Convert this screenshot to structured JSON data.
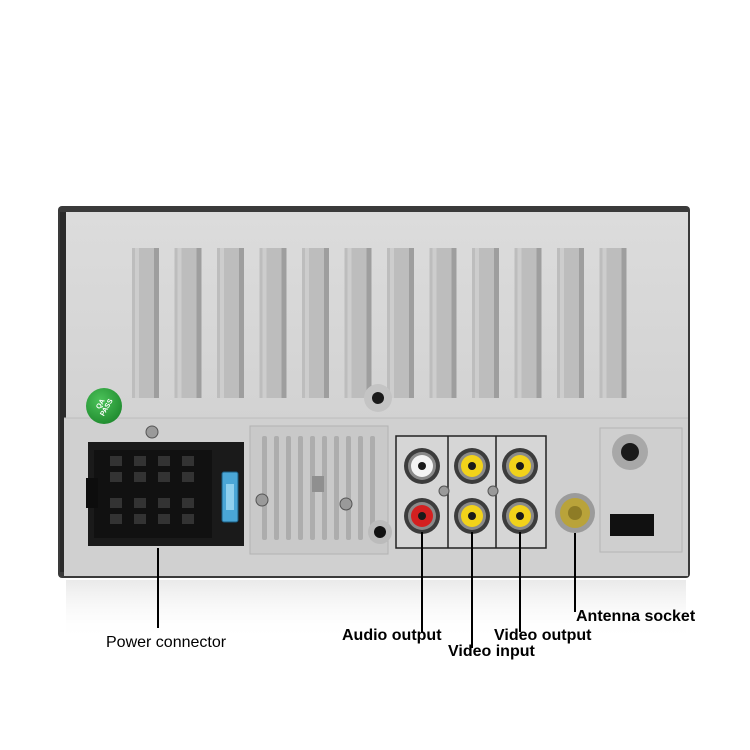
{
  "labels": {
    "power_connector": "Power connector",
    "audio_output": "Audio output",
    "video_input": "Video input",
    "video_output": "Video output",
    "antenna_socket": "Antenna socket"
  },
  "qa_badge": {
    "line1": "QA",
    "line2": "PASS",
    "color": "#2e9e3c"
  },
  "colors": {
    "chassis": "#d4d4d4",
    "chassis_edge": "#2a2a2a",
    "rca_white": "#f4f4f4",
    "rca_red": "#d42020",
    "rca_yellow": "#f2d21a",
    "antenna_yellow": "#b9a33a",
    "connector_black": "#151515",
    "fuse_blue": "#4aa6d6"
  }
}
